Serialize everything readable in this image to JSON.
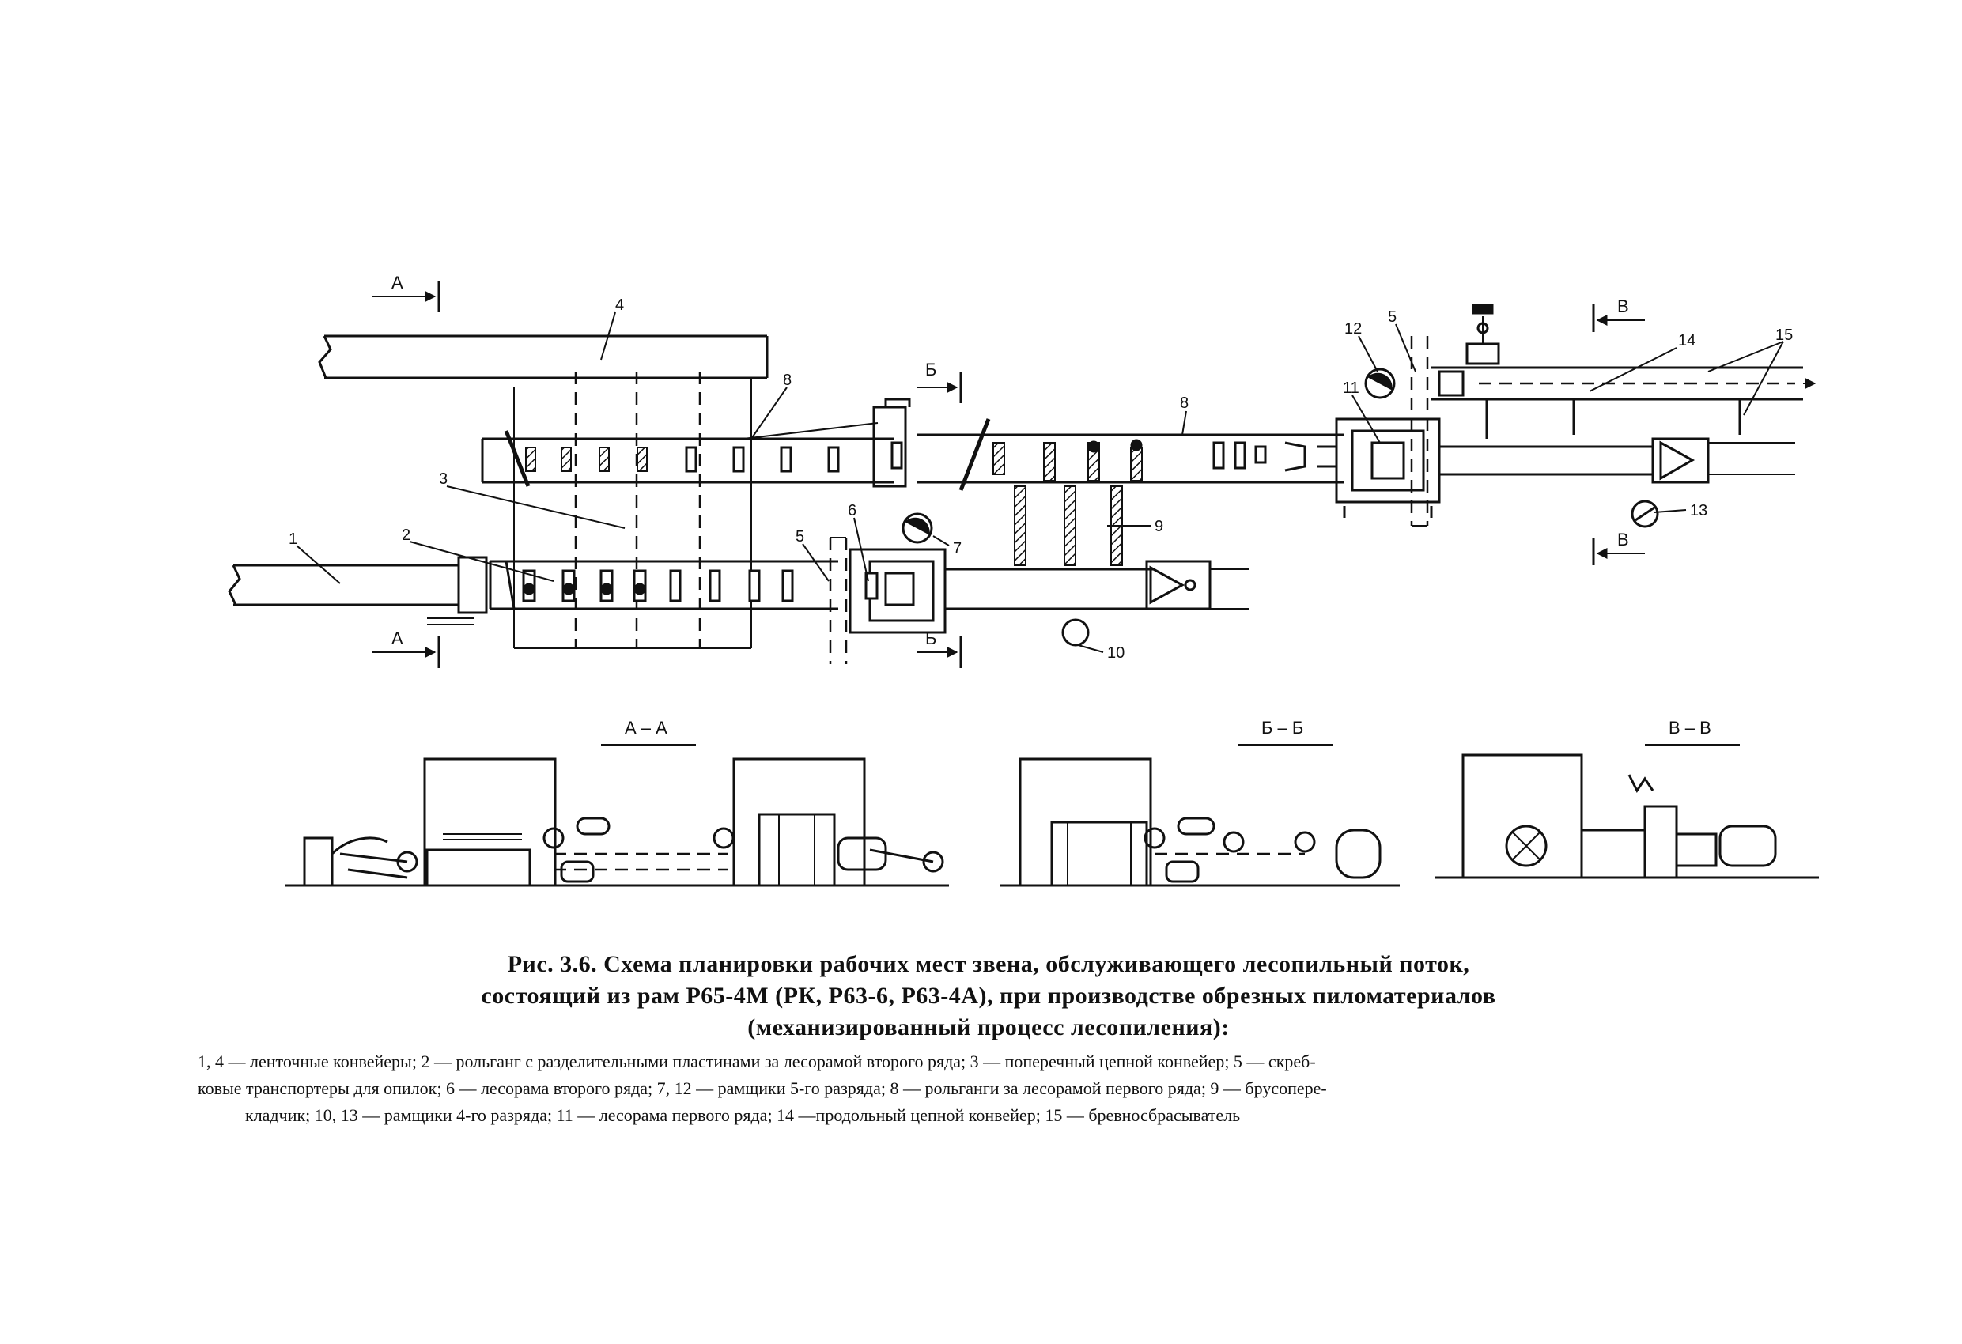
{
  "callouts": [
    "1",
    "2",
    "3",
    "4",
    "5",
    "6",
    "7",
    "8",
    "8",
    "9",
    "10",
    "11",
    "12",
    "5",
    "13",
    "14",
    "15"
  ],
  "section_marks": {
    "a": "А",
    "b": "Б",
    "v": "В"
  },
  "section_titles": {
    "aa": "А – А",
    "bb": "Б – Б",
    "vv": "В – В"
  },
  "caption": {
    "title_line1": "Рис. 3.6. Схема планировки рабочих мест звена, обслуживающего лесопильный поток,",
    "title_line2": "состоящий из рам Р65-4М (РК, Р63-6, Р63-4А), при производстве обрезных пиломатериалов",
    "title_line3": "(механизированный процесс лесопиления):",
    "legend_line1": "1, 4 — ленточные конвейеры; 2 — рольганг с разделительными пластинами за лесорамой второго ряда; 3 — поперечный цепной конвейер; 5 — скреб-",
    "legend_line2": "ковые транспортеры для опилок; 6 — лесорама второго ряда; 7, 12 — рамщики 5-го разряда; 8 — рольганги за лесорамой первого ряда; 9 — брусопере-",
    "legend_line3": "кладчик; 10, 13 — рамщики 4-го разряда; 11 — лесорама первого ряда; 14 —продольный цепной конвейер; 15 — бревносбрасыватель"
  }
}
